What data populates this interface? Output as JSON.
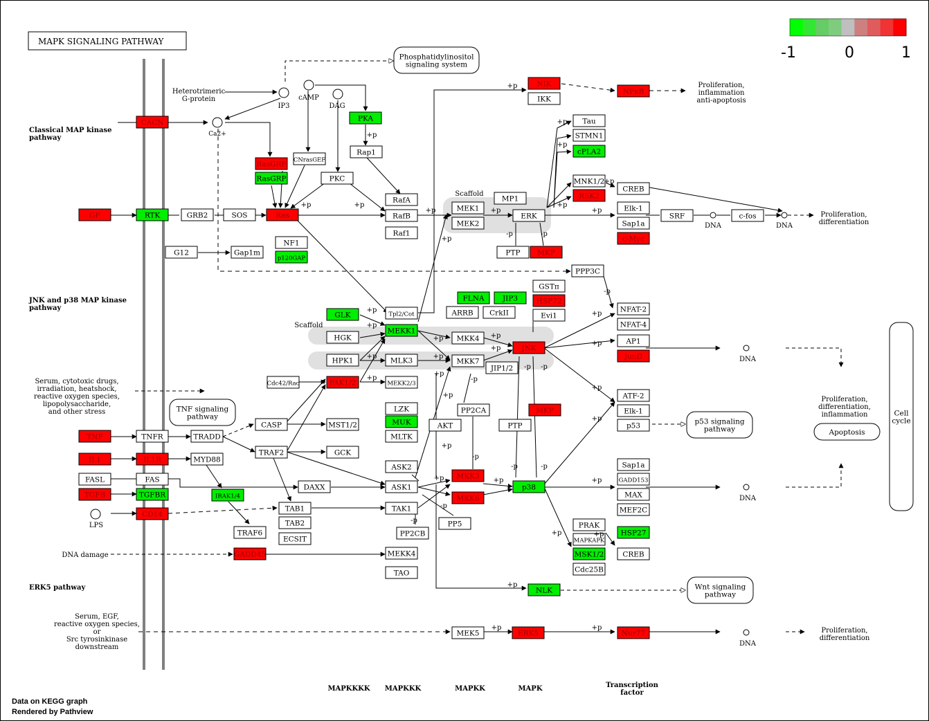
{
  "title": "MAPK SIGNALING PATHWAY",
  "legend": {
    "labels": [
      "-1",
      "0",
      "1"
    ],
    "colors": [
      "#00ff00",
      "#33e633",
      "#66cc66",
      "#7fcc7f",
      "#bfbfbf",
      "#cc8080",
      "#e05c5c",
      "#f03333",
      "#ff0000"
    ]
  },
  "colors": {
    "up": "#ff0000",
    "down": "#00ee00",
    "none": "#ffffff",
    "membrane": "#808080"
  },
  "credits": {
    "line1": "Data on KEGG graph",
    "line2": "Rendered by Pathview"
  },
  "columns": [
    "MAPKKKK",
    "MAPKKK",
    "MAPKK",
    "MAPK",
    "Transcription factor"
  ],
  "sections": [
    "Classical MAP kinase pathway",
    "JNK and p38 MAP kinase pathway",
    "ERK5 pathway"
  ],
  "nodes": [
    {
      "id": "cacn",
      "label": "CACN",
      "state": "up"
    },
    {
      "id": "gf",
      "label": "GF",
      "state": "up"
    },
    {
      "id": "rtk",
      "label": "RTK",
      "state": "down"
    },
    {
      "id": "grb2",
      "label": "GRB2",
      "state": "none"
    },
    {
      "id": "sos",
      "label": "SOS",
      "state": "none"
    },
    {
      "id": "ras",
      "label": "Ras",
      "state": "up"
    },
    {
      "id": "rasgrf",
      "label": "RasGRF",
      "state": "up"
    },
    {
      "id": "rasgrp",
      "label": "RasGRP",
      "state": "down"
    },
    {
      "id": "cnrasgef",
      "label": "CNrasGEF",
      "state": "none"
    },
    {
      "id": "pka",
      "label": "PKA",
      "state": "down"
    },
    {
      "id": "rap1",
      "label": "Rap1",
      "state": "none"
    },
    {
      "id": "pkc",
      "label": "PKC",
      "state": "none"
    },
    {
      "id": "rafa",
      "label": "RafA",
      "state": "none"
    },
    {
      "id": "rafb",
      "label": "RafB",
      "state": "none"
    },
    {
      "id": "raf1",
      "label": "Raf1",
      "state": "none"
    },
    {
      "id": "nf1",
      "label": "NF1",
      "state": "none"
    },
    {
      "id": "p120gap",
      "label": "p120GAP",
      "state": "down"
    },
    {
      "id": "g12",
      "label": "G12",
      "state": "none"
    },
    {
      "id": "gap1m",
      "label": "Gap1m",
      "state": "none"
    },
    {
      "id": "mek1",
      "label": "MEK1",
      "state": "none"
    },
    {
      "id": "mek2",
      "label": "MEK2",
      "state": "none"
    },
    {
      "id": "mp1",
      "label": "MP1",
      "state": "none"
    },
    {
      "id": "erk",
      "label": "ERK",
      "state": "none"
    },
    {
      "id": "ptp1",
      "label": "PTP",
      "state": "none"
    },
    {
      "id": "mkp1",
      "label": "MKP",
      "state": "up"
    },
    {
      "id": "nik",
      "label": "NIK",
      "state": "up"
    },
    {
      "id": "ikk",
      "label": "IKK",
      "state": "none"
    },
    {
      "id": "nfkb",
      "label": "NFκB",
      "state": "up"
    },
    {
      "id": "tau",
      "label": "Tau",
      "state": "none"
    },
    {
      "id": "stmn1",
      "label": "STMN1",
      "state": "none"
    },
    {
      "id": "cpla2",
      "label": "cPLA2",
      "state": "down"
    },
    {
      "id": "mnk12",
      "label": "MNK1/2",
      "state": "none"
    },
    {
      "id": "rsk2",
      "label": "RSK2",
      "state": "up"
    },
    {
      "id": "creb1",
      "label": "CREB",
      "state": "none"
    },
    {
      "id": "elk1",
      "label": "Elk-1",
      "state": "none"
    },
    {
      "id": "sap1a",
      "label": "Sap1a",
      "state": "none"
    },
    {
      "id": "cmyc",
      "label": "c-Myc",
      "state": "up"
    },
    {
      "id": "srf",
      "label": "SRF",
      "state": "none"
    },
    {
      "id": "cfos",
      "label": "c-fos",
      "state": "none"
    },
    {
      "id": "ppp3c",
      "label": "PPP3C",
      "state": "none"
    },
    {
      "id": "nfat2",
      "label": "NFAT-2",
      "state": "none"
    },
    {
      "id": "nfat4",
      "label": "NFAT-4",
      "state": "none"
    },
    {
      "id": "glk",
      "label": "GLK",
      "state": "down"
    },
    {
      "id": "hgk",
      "label": "HGK",
      "state": "none"
    },
    {
      "id": "hpk1",
      "label": "HPK1",
      "state": "none"
    },
    {
      "id": "tpl2",
      "label": "Tpl2/Cot",
      "state": "none"
    },
    {
      "id": "mekk1",
      "label": "MEKK1",
      "state": "down"
    },
    {
      "id": "mlk3",
      "label": "MLK3",
      "state": "none"
    },
    {
      "id": "mekk23",
      "label": "MEKK2/3",
      "state": "none"
    },
    {
      "id": "cdc42",
      "label": "Cdc42/Rac",
      "state": "none"
    },
    {
      "id": "pak12",
      "label": "PAK1/2",
      "state": "up"
    },
    {
      "id": "flna",
      "label": "FLNA",
      "state": "down"
    },
    {
      "id": "jip3",
      "label": "JIP3",
      "state": "down"
    },
    {
      "id": "gstpi",
      "label": "GSTπ",
      "state": "none"
    },
    {
      "id": "hsp72",
      "label": "HSP72",
      "state": "up"
    },
    {
      "id": "arrb",
      "label": "ARRB",
      "state": "none"
    },
    {
      "id": "crkii",
      "label": "CrkII",
      "state": "none"
    },
    {
      "id": "evi1",
      "label": "Evi1",
      "state": "none"
    },
    {
      "id": "mkk4",
      "label": "MKK4",
      "state": "none"
    },
    {
      "id": "mkk7",
      "label": "MKK7",
      "state": "none"
    },
    {
      "id": "jnk",
      "label": "JNK",
      "state": "up"
    },
    {
      "id": "jip12",
      "label": "JIP1/2",
      "state": "none"
    },
    {
      "id": "ap1",
      "label": "AP1",
      "state": "none"
    },
    {
      "id": "jund",
      "label": "JunD",
      "state": "up"
    },
    {
      "id": "atf2",
      "label": "ATF-2",
      "state": "none"
    },
    {
      "id": "elk1b",
      "label": "Elk-1",
      "state": "none"
    },
    {
      "id": "p53",
      "label": "p53",
      "state": "none"
    },
    {
      "id": "lzk",
      "label": "LZK",
      "state": "none"
    },
    {
      "id": "muk",
      "label": "MUK",
      "state": "down"
    },
    {
      "id": "mltk",
      "label": "MLTK",
      "state": "none"
    },
    {
      "id": "akt",
      "label": "AKT",
      "state": "none"
    },
    {
      "id": "pp2ca",
      "label": "PP2CA",
      "state": "none"
    },
    {
      "id": "ptp2",
      "label": "PTP",
      "state": "none"
    },
    {
      "id": "mkp2",
      "label": "MKP",
      "state": "up"
    },
    {
      "id": "mst12",
      "label": "MST1/2",
      "state": "none"
    },
    {
      "id": "gck",
      "label": "GCK",
      "state": "none"
    },
    {
      "id": "tnf",
      "label": "TNF",
      "state": "up"
    },
    {
      "id": "tnfr",
      "label": "TNFR",
      "state": "none"
    },
    {
      "id": "tradd",
      "label": "TRADD",
      "state": "none"
    },
    {
      "id": "casp",
      "label": "CASP",
      "state": "none"
    },
    {
      "id": "traf2",
      "label": "TRAF2",
      "state": "none"
    },
    {
      "id": "il1",
      "label": "IL1",
      "state": "up"
    },
    {
      "id": "il1r",
      "label": "IL1R",
      "state": "up"
    },
    {
      "id": "myd88",
      "label": "MYD88",
      "state": "none"
    },
    {
      "id": "fasl",
      "label": "FASL",
      "state": "none"
    },
    {
      "id": "fas",
      "label": "FAS",
      "state": "none"
    },
    {
      "id": "daxx",
      "label": "DAXX",
      "state": "none"
    },
    {
      "id": "tgfb",
      "label": "TGFB",
      "state": "up"
    },
    {
      "id": "tgfbr",
      "label": "TGFBR",
      "state": "down"
    },
    {
      "id": "irak14",
      "label": "IRAK1/4",
      "state": "down"
    },
    {
      "id": "cd14",
      "label": "CD14",
      "state": "up"
    },
    {
      "id": "tab1",
      "label": "TAB1",
      "state": "none"
    },
    {
      "id": "tab2",
      "label": "TAB2",
      "state": "none"
    },
    {
      "id": "traf6",
      "label": "TRAF6",
      "state": "none"
    },
    {
      "id": "ecsit",
      "label": "ECSIT",
      "state": "none"
    },
    {
      "id": "ask2",
      "label": "ASK2",
      "state": "none"
    },
    {
      "id": "ask1",
      "label": "ASK1",
      "state": "none"
    },
    {
      "id": "tak1",
      "label": "TAK1",
      "state": "none"
    },
    {
      "id": "pp2cb",
      "label": "PP2CB",
      "state": "none"
    },
    {
      "id": "pp5",
      "label": "PP5",
      "state": "none"
    },
    {
      "id": "mkk3",
      "label": "MKK3",
      "state": "up"
    },
    {
      "id": "mkk6",
      "label": "MKK6",
      "state": "up"
    },
    {
      "id": "p38",
      "label": "p38",
      "state": "down"
    },
    {
      "id": "sap1ab",
      "label": "Sap1a",
      "state": "none"
    },
    {
      "id": "gadd153",
      "label": "GADD153",
      "state": "none"
    },
    {
      "id": "max",
      "label": "MAX",
      "state": "none"
    },
    {
      "id": "mef2c",
      "label": "MEF2C",
      "state": "none"
    },
    {
      "id": "prak",
      "label": "PRAK",
      "state": "none"
    },
    {
      "id": "mapkapk",
      "label": "MAPKAPK",
      "state": "none"
    },
    {
      "id": "hsp27",
      "label": "HSP27",
      "state": "down"
    },
    {
      "id": "msk12",
      "label": "MSK1/2",
      "state": "down"
    },
    {
      "id": "creb2",
      "label": "CREB",
      "state": "none"
    },
    {
      "id": "cdc25b",
      "label": "Cdc25B",
      "state": "none"
    },
    {
      "id": "gadd45",
      "label": "GADD45",
      "state": "up"
    },
    {
      "id": "mekk4",
      "label": "MEKK4",
      "state": "none"
    },
    {
      "id": "tao",
      "label": "TAO",
      "state": "none"
    },
    {
      "id": "nlk",
      "label": "NLK",
      "state": "down"
    },
    {
      "id": "mek5",
      "label": "MEK5",
      "state": "none"
    },
    {
      "id": "erk5",
      "label": "ERK5",
      "state": "up"
    },
    {
      "id": "nur77",
      "label": "Nur77",
      "state": "up"
    }
  ],
  "pathways": [
    "Phosphatidylinositol signaling system",
    "TNF signaling pathway",
    "p53 signaling pathway",
    "Wnt signaling pathway",
    "Apoptosis",
    "Cell cycle"
  ],
  "texts": [
    "Heterotrimeric",
    "G-protein",
    "cAMP",
    "DAG",
    "IP3",
    "Ca2+",
    "LPS",
    "DNA",
    "Scaffold",
    "Serum, cytotoxic drugs,",
    "irradiation, heatshock,",
    "reactive oxygen species,",
    "lipopolysaccharide,",
    "and other stress",
    "DNA damage",
    "Serum, EGF,",
    "reactive oxygen species,",
    "or",
    "Src tyrosinkinase",
    "downstream",
    "Proliferation,",
    "inflammation",
    "anti-apoptosis",
    "Proliferation,",
    "differentiation",
    "Proliferation,",
    "differentiation,",
    "inflammation",
    "Proliferation,",
    "differentiation",
    "+p",
    "-p"
  ]
}
